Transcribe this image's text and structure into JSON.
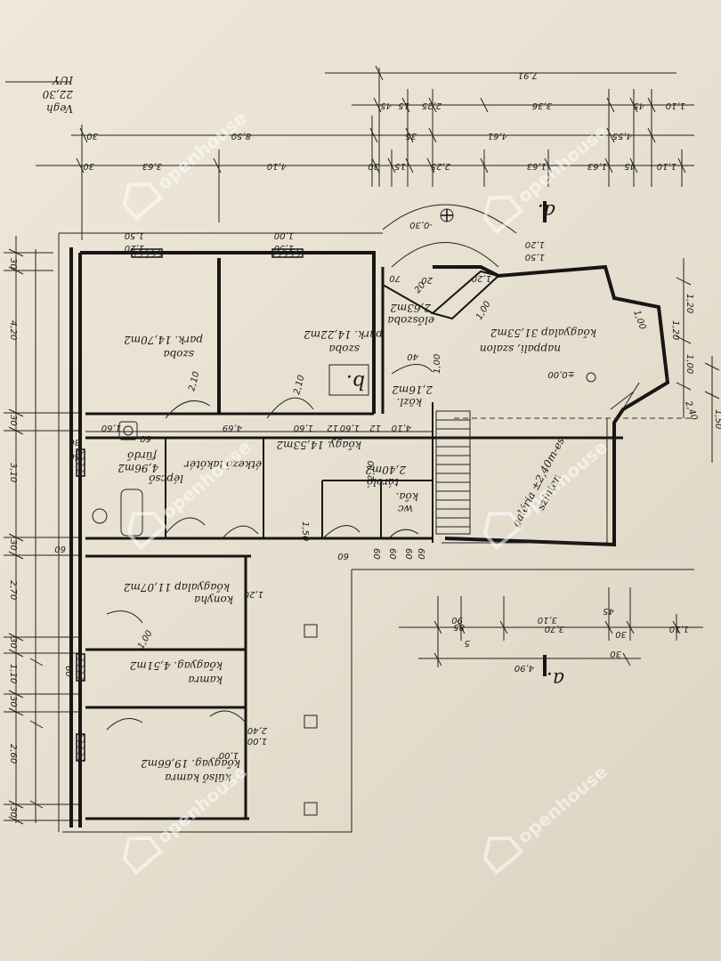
{
  "page": {
    "background": "#e9e2d4",
    "ink": "#1b1b1b"
  },
  "header_note": [
    "Vegh",
    "22,30",
    "IUY"
  ],
  "labels": {
    "section_a_top": "a.",
    "section_a_bottom": "a.",
    "section_b": "b.",
    "level_minus": "-0,30",
    "level_zero": "±0,00"
  },
  "rooms": {
    "szoba1": [
      "szoba",
      "park. 14,70m2"
    ],
    "szoba2": [
      "szoba",
      "park. 14,22m2"
    ],
    "nappali": [
      "nappali, szalon",
      "kőagyalap 31,53m2"
    ],
    "eloszoba": [
      "előszoba",
      "2,63m2"
    ],
    "kozl": [
      "közl.",
      "2,16m2"
    ],
    "etkezo": [
      "étkező lakótér",
      "kőagy. 14,53m2",
      "lépcső"
    ],
    "furdo": [
      "fürdő",
      "4,96m2"
    ],
    "tarolo": [
      "tároló",
      "2,40m2"
    ],
    "wc": [
      "wc",
      "kőa."
    ],
    "galeria": [
      "galéria ±2,40m-es",
      "szinten"
    ],
    "konyha": [
      "konyha",
      "kőagyalap 11,07m2"
    ],
    "kamra": [
      "kamra",
      "kőagyag. 4,51m2"
    ],
    "kulso_kamra": [
      "külső kamra",
      "kőagyag. 19,66m2"
    ]
  },
  "dimensions": {
    "top_row1": [
      "7,91"
    ],
    "top_row2": [
      "1,10",
      "45",
      "3,36",
      "2,25",
      "15",
      "45"
    ],
    "top_row3": [
      "4,55",
      "4,61",
      "35",
      "8,50",
      "30"
    ],
    "top_row4": [
      "1,10",
      "45",
      "1,63",
      "1,63",
      "2,25",
      "15",
      "30",
      "4,10",
      "3,63",
      "30"
    ],
    "left_col": [
      "30",
      "4,20",
      "30",
      "3,10",
      "30",
      "2,70",
      "30",
      "1,10",
      "30",
      "2,60",
      "30"
    ],
    "right_col": [
      "1,20",
      "1,00",
      "1,50"
    ],
    "openings": [
      "1,50",
      "1,20",
      "1,00",
      "1,50",
      "1,50",
      "1,20",
      "1,00",
      "2,10",
      "60",
      "1,20",
      "2,10",
      "60",
      "1,00",
      "2,10",
      "1,00",
      "2,40",
      "1,00",
      "1,00"
    ],
    "inner_h": [
      "1,60",
      "4,69",
      "1,60",
      "12",
      "1,60",
      "12",
      "4,10",
      "60",
      "60",
      "60",
      "60",
      "60"
    ],
    "bottom_block": [
      "3,10",
      "30",
      "45",
      "30",
      "85",
      "5",
      "90",
      "3,70",
      "1,10",
      "4,90"
    ],
    "small": [
      "30",
      "60",
      "40",
      "20",
      "20",
      "70",
      "1,50",
      "60",
      "1,20",
      "1,20",
      "1,00",
      "2,40"
    ]
  },
  "watermark": {
    "text": "openhouse",
    "color": "#ffffff"
  }
}
